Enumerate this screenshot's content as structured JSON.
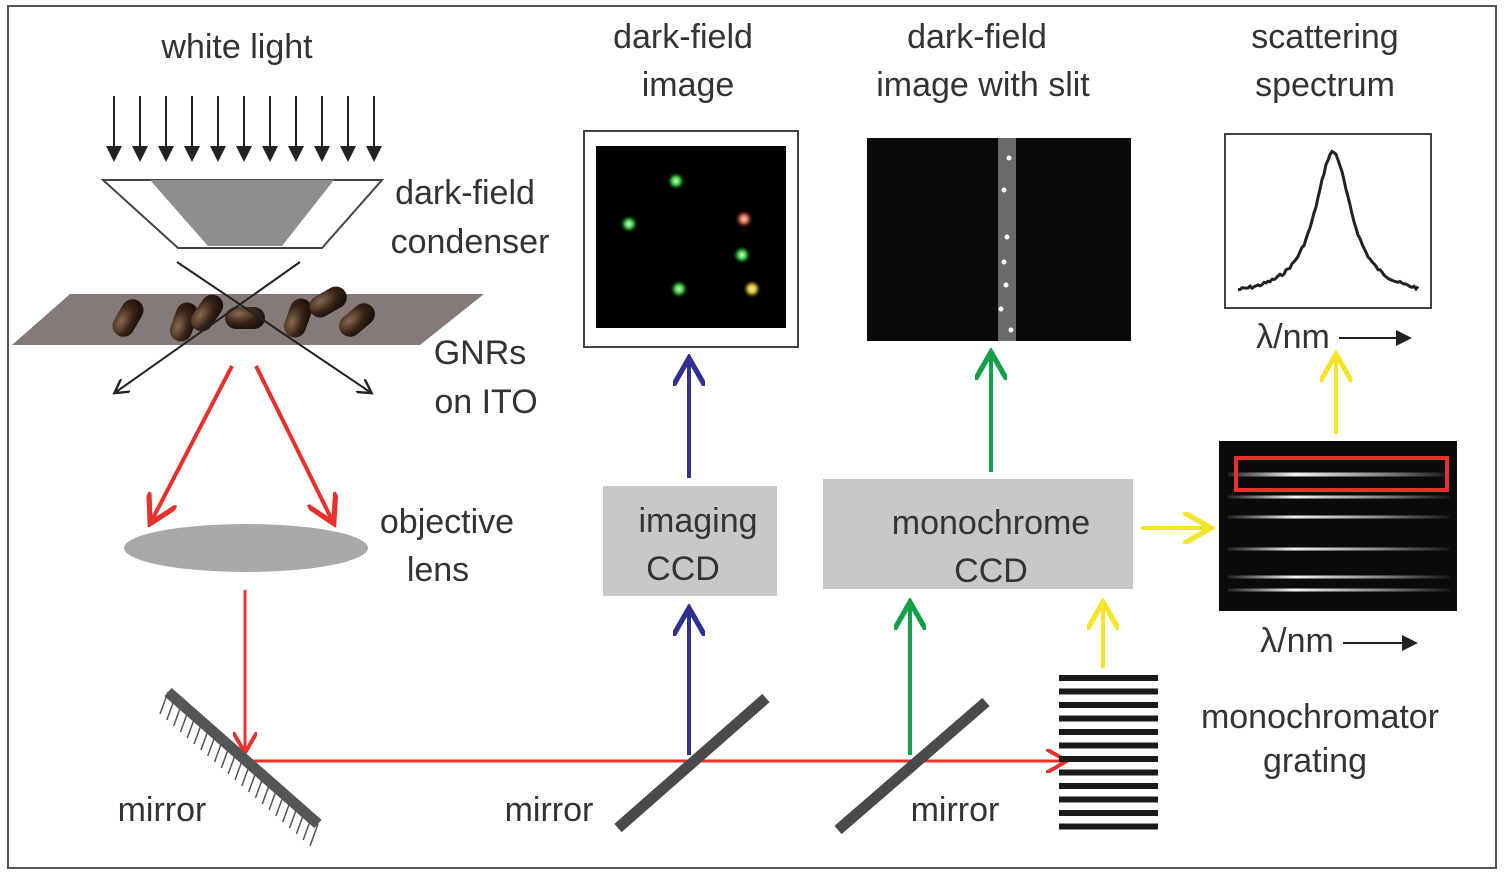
{
  "labels": {
    "white_light": "white light",
    "condenser_1": "dark-field",
    "condenser_2": "condenser",
    "gnrs_1": "GNRs",
    "gnrs_2": "on ITO",
    "objective_1": "objective",
    "objective_2": "lens",
    "mirror_1": "mirror",
    "mirror_2": "mirror",
    "mirror_3": "mirror",
    "imaging_ccd_1": "imaging",
    "imaging_ccd_2": "CCD",
    "mono_ccd_1": "monochrome",
    "mono_ccd_2": "CCD",
    "grating_1": "monochromator",
    "grating_2": "grating",
    "df_image_1": "dark-field",
    "df_image_2": "image",
    "df_slit_1": "dark-field",
    "df_slit_2": "image with slit",
    "spectrum_1": "scattering",
    "spectrum_2": "spectrum",
    "lambda_upper": "λ/nm",
    "lambda_lower": "λ/nm"
  },
  "colors": {
    "red_path": "#e8312c",
    "blue_path": "#2e3192",
    "green_path": "#12a04b",
    "yellow_path": "#f2e52a",
    "ccd_box": "#c8c8c8",
    "highlight_box": "#e8312c"
  },
  "icons": [
    "down-arrow-icon",
    "mirror-icon",
    "lens-icon",
    "grating-icon",
    "nanorod-icon"
  ]
}
